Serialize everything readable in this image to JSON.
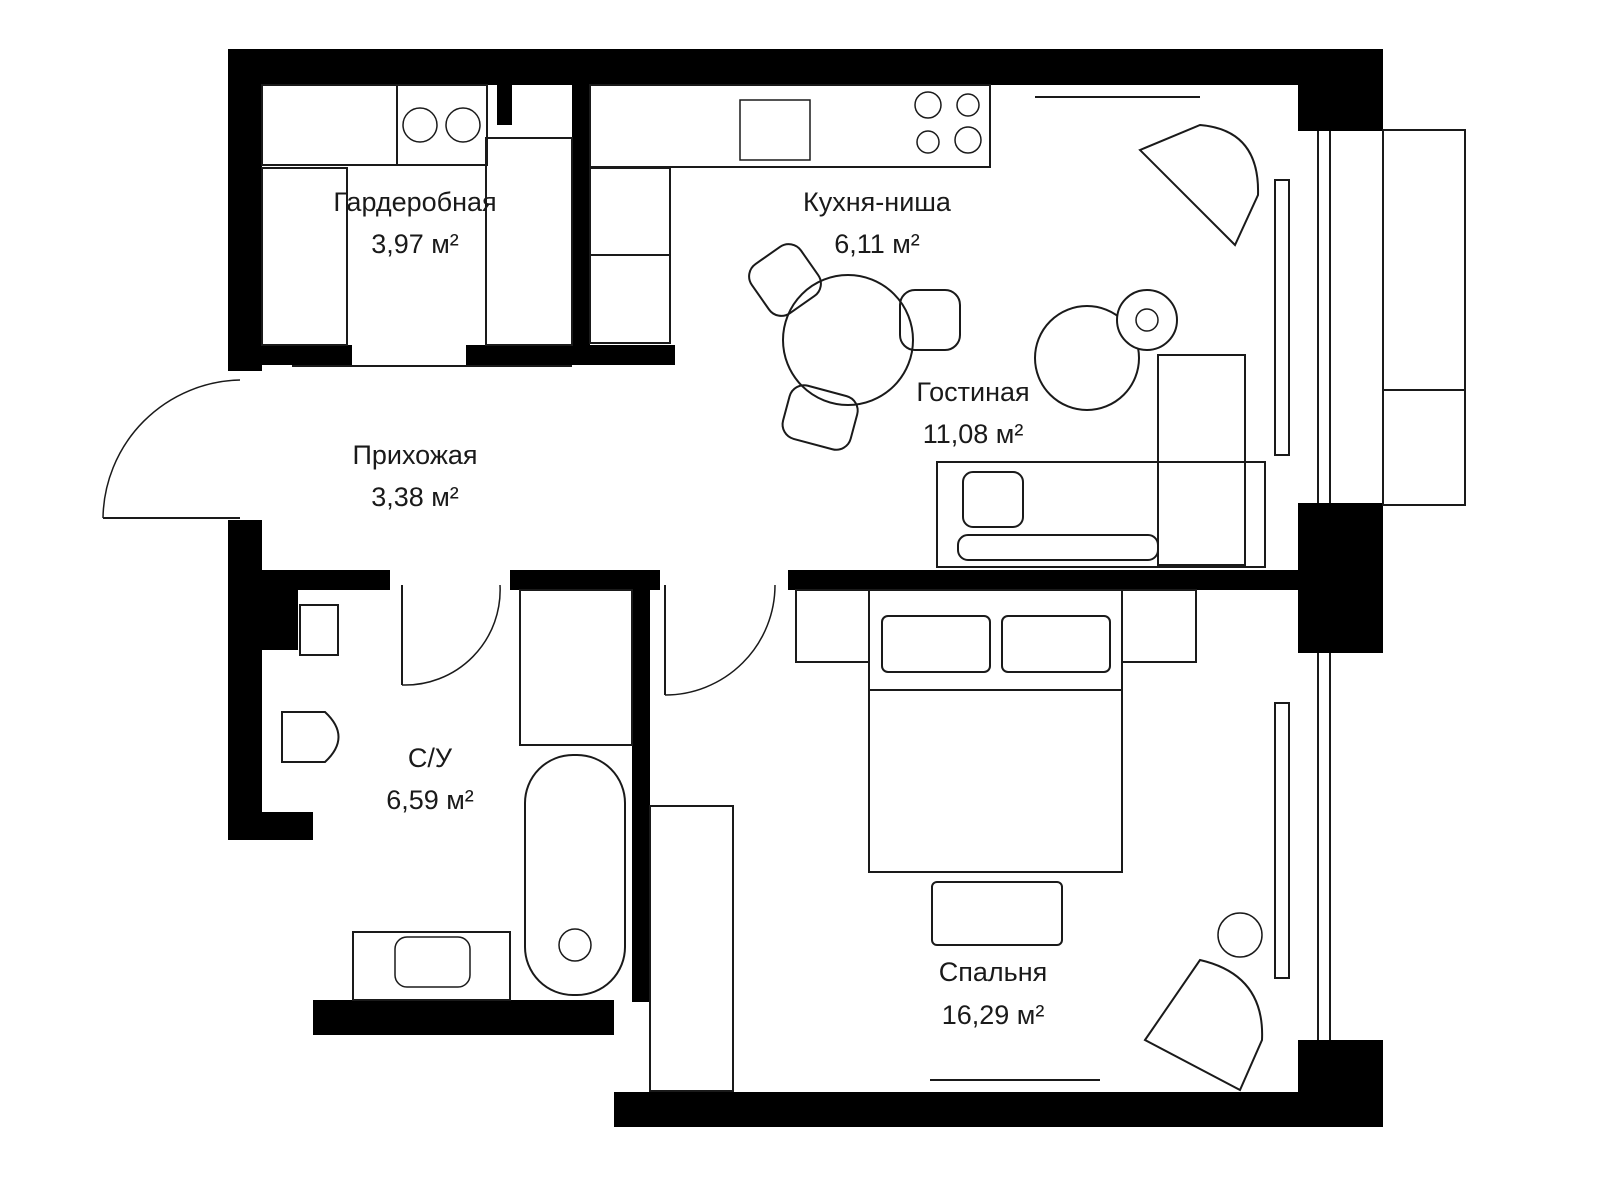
{
  "plan": {
    "rooms": [
      {
        "name": "Гардеробная",
        "area": "3,97 м²"
      },
      {
        "name": "Кухня-ниша",
        "area": "6,11 м²"
      },
      {
        "name": "Гостиная",
        "area": "11,08 м²"
      },
      {
        "name": "Прихожая",
        "area": "3,38 м²"
      },
      {
        "name": "С/У",
        "area": "6,59 м²"
      },
      {
        "name": "Спальня",
        "area": "16,29 м²"
      }
    ]
  },
  "colors": {
    "wall": "#000000",
    "line": "#1a1a1a",
    "background": "#ffffff"
  }
}
